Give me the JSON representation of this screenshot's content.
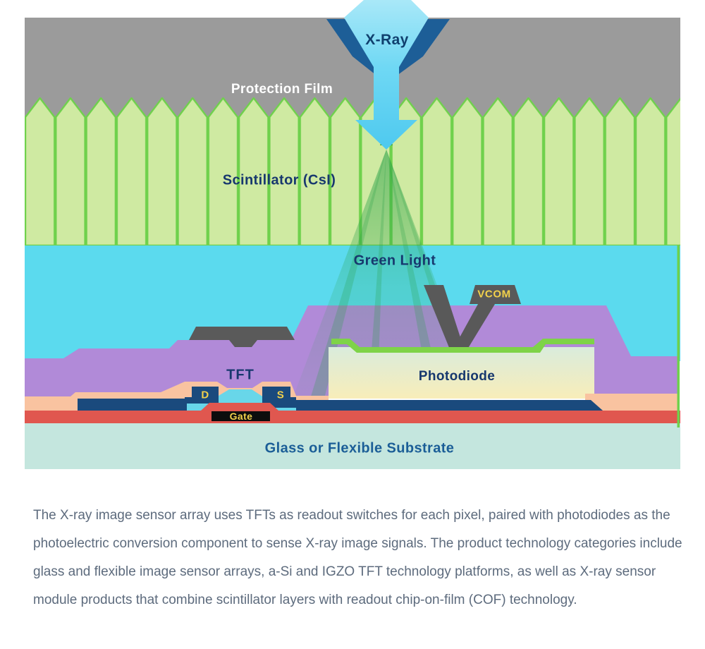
{
  "diagram": {
    "labels": {
      "xray": "X-Ray",
      "protection_film": "Protection Film",
      "scintillator": "Scintillator (CsI)",
      "green_light": "Green Light",
      "vcom": "VCOM",
      "tft": "TFT",
      "drain": "D",
      "source": "S",
      "gate": "Gate",
      "photodiode": "Photodiode",
      "substrate": "Glass or Flexible Substrate"
    },
    "colors": {
      "protection_film_gray": "#9b9b9b",
      "xray_pentagon_navy": "#1d5e97",
      "xray_arrow_cyan": "#57cff1",
      "scintillator_fill": "#cfeaa2",
      "scintillator_border": "#6fd14c",
      "green_light_band": "#5bdaee",
      "light_cone_green": "#27a046",
      "planarization_purple": "#b18ad8",
      "structure_dark_gray": "#595959",
      "photodiode_fill_top": "#d9ecdc",
      "photodiode_fill_bottom": "#f8edb9",
      "photodiode_border_green": "#7ed348",
      "passivation_peach": "#f9c3a0",
      "electrode_navy": "#1a4a7d",
      "channel_cyan": "#68d6e9",
      "gate_insulator_red": "#e0574f",
      "gate_metal_black": "#0d0d0d",
      "label_navy": "#17386e",
      "label_yellow": "#f2d14b",
      "substrate_mint": "#c4e6de",
      "substrate_label_blue": "#1b5e97",
      "body_text_gray": "#5d6b7d"
    }
  },
  "caption": {
    "text": "The X-ray image sensor array uses TFTs as readout switches for each pixel, paired with photodiodes as the photoelectric conversion component to sense X-ray image signals. The product technology categories include glass and flexible image sensor arrays, a-Si and IGZO TFT technology platforms, as well as X-ray sensor module products that combine scintillator layers with readout chip-on-film (COF) technology."
  }
}
